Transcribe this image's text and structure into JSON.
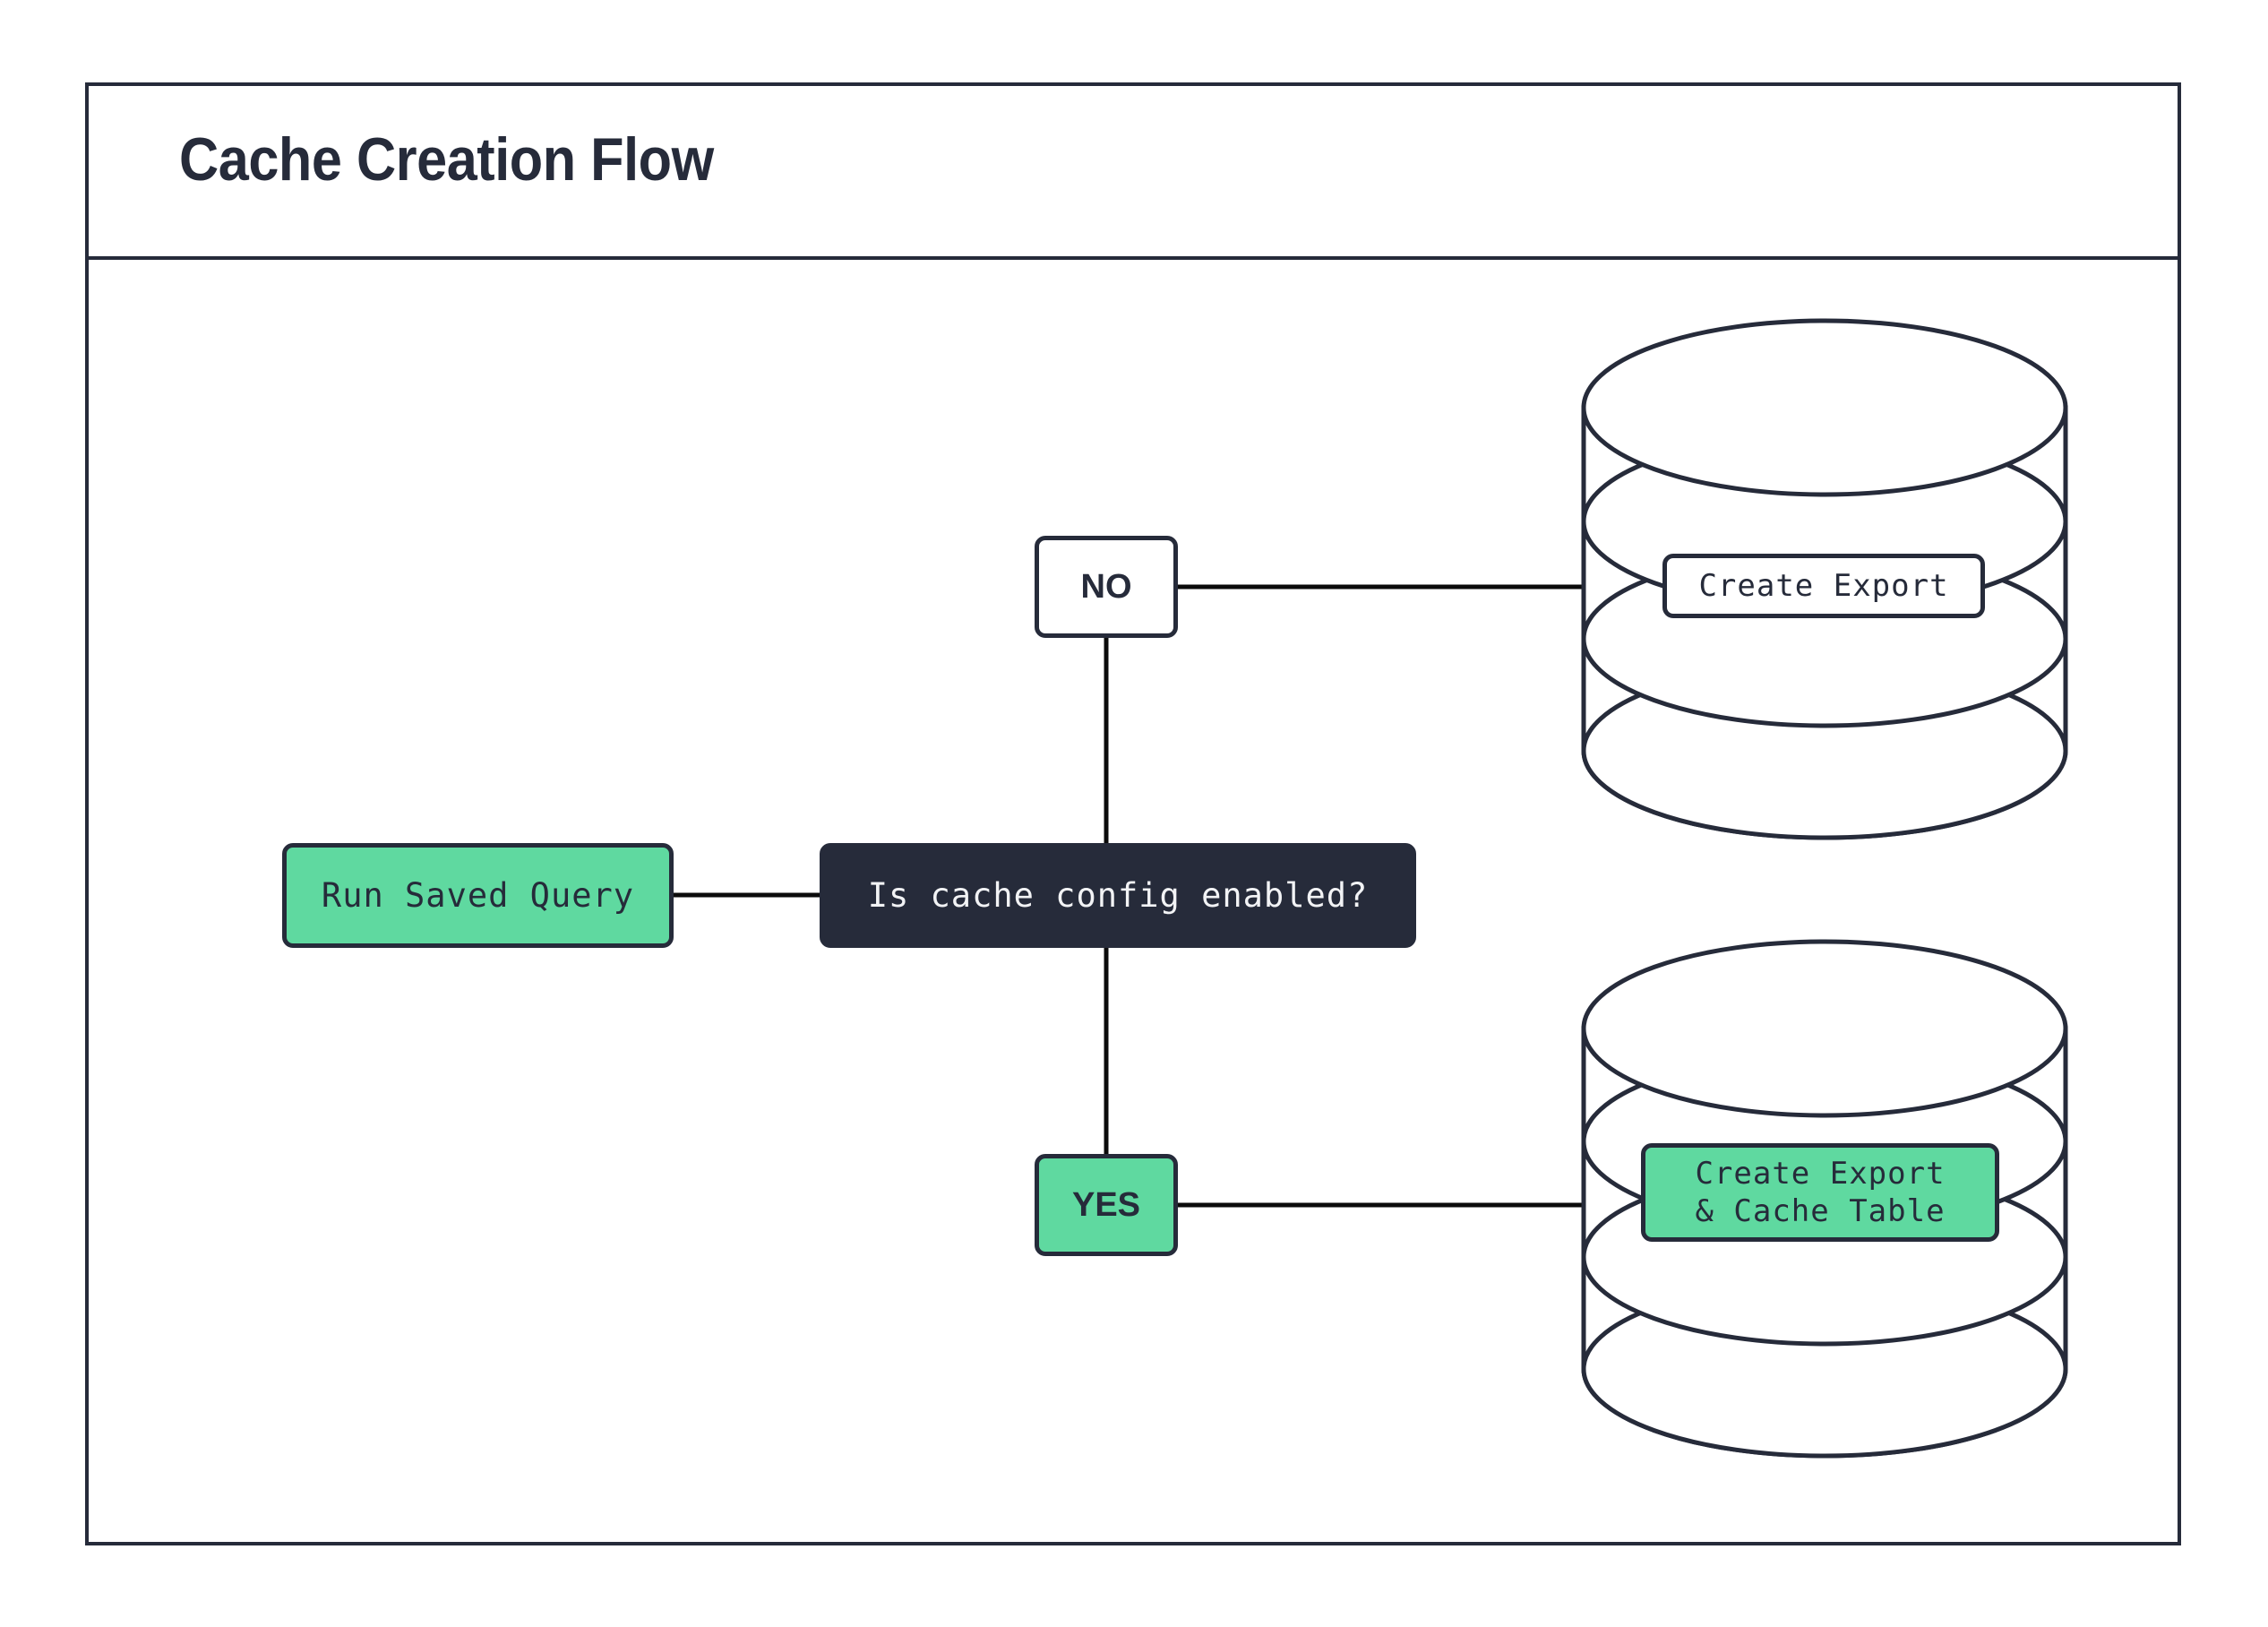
{
  "diagram": {
    "title": "Cache Creation Flow",
    "type": "flowchart",
    "colors": {
      "accent_green": "#5fd9a0",
      "dark_navy": "#262b3a",
      "background": "#ffffff",
      "edge_stroke": "#0b0b0b"
    }
  },
  "nodes": {
    "run_saved_query": {
      "label": "Run Saved Query",
      "shape": "rounded-rect",
      "fill": "#5fd9a0"
    },
    "decision": {
      "label": "Is cache config enabled?",
      "shape": "rounded-rect",
      "fill": "#262b3a"
    },
    "branch_no": {
      "label": "NO",
      "shape": "rounded-rect",
      "fill": "#ffffff"
    },
    "branch_yes": {
      "label": "YES",
      "shape": "rounded-rect",
      "fill": "#5fd9a0"
    },
    "database_top": {
      "label": "Create Export",
      "shape": "database-cylinder",
      "fill": "#ffffff"
    },
    "database_bottom": {
      "label": "Create Export\n& Cache Table",
      "shape": "database-cylinder",
      "fill": "#5fd9a0"
    }
  },
  "edges": [
    {
      "from": "run_saved_query",
      "to": "decision",
      "label": ""
    },
    {
      "from": "decision",
      "to": "branch_no",
      "label": ""
    },
    {
      "from": "decision",
      "to": "branch_yes",
      "label": ""
    },
    {
      "from": "branch_no",
      "to": "database_top",
      "label": ""
    },
    {
      "from": "branch_yes",
      "to": "database_bottom",
      "label": ""
    }
  ]
}
